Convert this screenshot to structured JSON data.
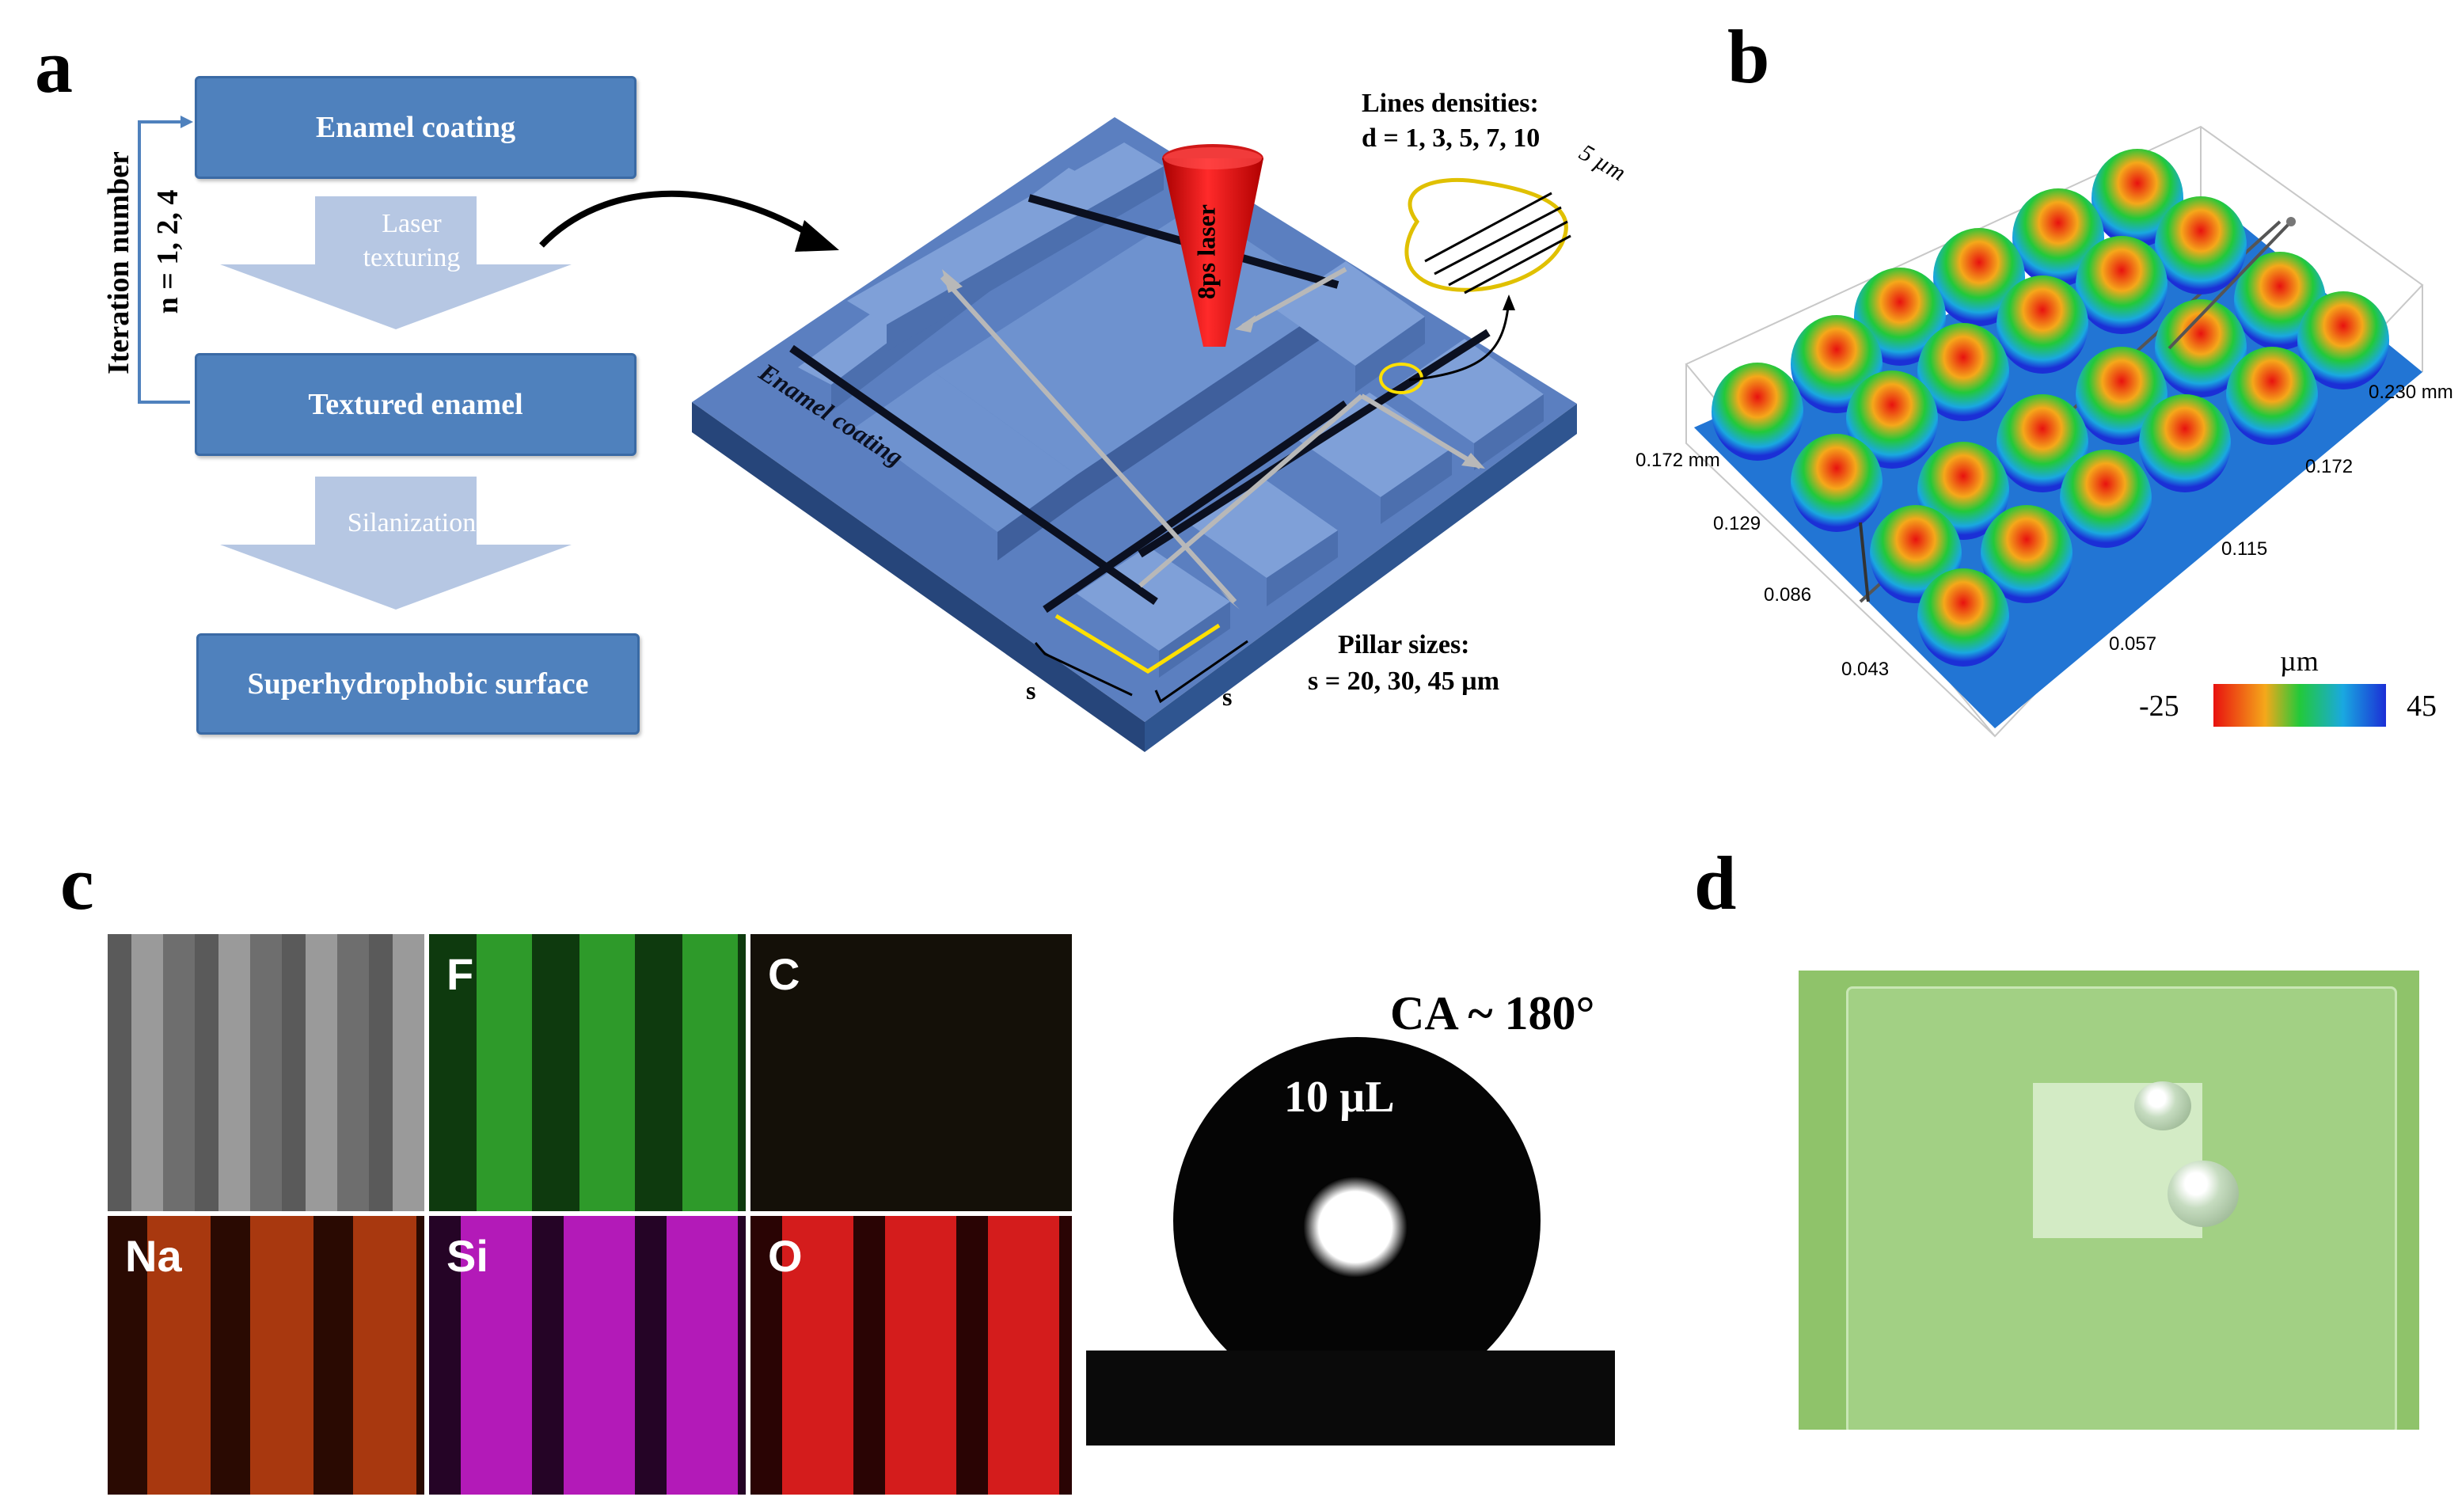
{
  "panels": {
    "a": "a",
    "b": "b",
    "c": "c",
    "d": "d"
  },
  "flow": {
    "iteration_label": "Iteration number",
    "iteration_values": "n = 1, 2, 4",
    "box_enamel_coating": "Enamel coating",
    "arrow_laser_texturing": [
      "Laser",
      "texturing"
    ],
    "box_textured_enamel": "Textured enamel",
    "arrow_silanization": "Silanization",
    "box_superhydrophobic": "Superhydrophobic surface"
  },
  "schematic": {
    "laser_label": "8ps laser",
    "coating_label": "Enamel coating",
    "lines_title": "Lines densities:",
    "lines_values": "d = 1, 3, 5, 7, 10",
    "spacing_label": "5 µm",
    "pillar_title": "Pillar sizes:",
    "pillar_values": "s = 20, 30, 45 µm",
    "s_label_1": "s",
    "s_label_2": "s"
  },
  "profile": {
    "axis_left_ticks": [
      "0.172 mm",
      "0.129",
      "0.086",
      "0.043"
    ],
    "axis_right_ticks": [
      "0.230 mm",
      "0.172",
      "0.115",
      "0.057"
    ],
    "colorbar_unit": "µm",
    "colorbar_min": "-25",
    "colorbar_max": "45",
    "colors": [
      "#e8120f",
      "#f5a81a",
      "#22c93a",
      "#1aa8e0",
      "#1b2fd6"
    ]
  },
  "eds": {
    "labels": [
      "",
      "F",
      "C",
      "Na",
      "Si",
      "O"
    ],
    "colors": [
      "#8a8a8a",
      "#2ea02a",
      "#3a3010",
      "#a8380f",
      "#b31ab8",
      "#d41c1c"
    ]
  },
  "contact_angle": {
    "title": "CA ~ 180°",
    "volume": "10 µL"
  }
}
